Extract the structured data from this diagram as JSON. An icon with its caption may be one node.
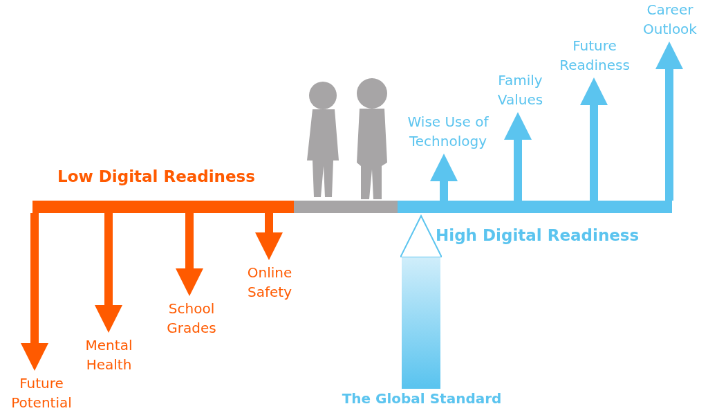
{
  "diagram": {
    "nodes": [
      {
        "text": [
          "Low Digital Readiness"
        ]
      },
      {
        "text": [],
        "shape": "bar"
      },
      {
        "text": [
          "High Digital Readiness"
        ]
      },
      {
        "text": [
          "Future Potential"
        ]
      },
      {
        "text": [
          "Mental Health"
        ]
      },
      {
        "text": [
          "School Grades"
        ]
      },
      {
        "text": [
          "Online Safety"
        ]
      },
      {
        "text": [
          "Wise Use of Technology"
        ]
      },
      {
        "text": [
          "Family Values"
        ]
      },
      {
        "text": [
          "Future Readiness"
        ]
      },
      {
        "text": [
          "Career Outlook"
        ]
      },
      {
        "text": [
          "The Global Standard"
        ]
      }
    ],
    "edges": [
      {
        "from": 0,
        "to": 3,
        "arrow": "to",
        "color": "#ff5a00"
      },
      {
        "from": 0,
        "to": 4,
        "arrow": "to",
        "color": "#ff5a00"
      },
      {
        "from": 0,
        "to": 5,
        "arrow": "to",
        "color": "#ff5a00"
      },
      {
        "from": 0,
        "to": 6,
        "arrow": "to",
        "color": "#ff5a00"
      },
      {
        "from": 2,
        "to": 7,
        "arrow": "to",
        "color": "#5bc4ef"
      },
      {
        "from": 2,
        "to": 8,
        "arrow": "to",
        "color": "#5bc4ef"
      },
      {
        "from": 2,
        "to": 9,
        "arrow": "to",
        "color": "#5bc4ef"
      },
      {
        "from": 2,
        "to": 10,
        "arrow": "to",
        "color": "#5bc4ef"
      },
      {
        "from": 11,
        "to": 2,
        "arrow": "to",
        "style": "thick",
        "color": "#5bc4ef"
      }
    ]
  }
}
